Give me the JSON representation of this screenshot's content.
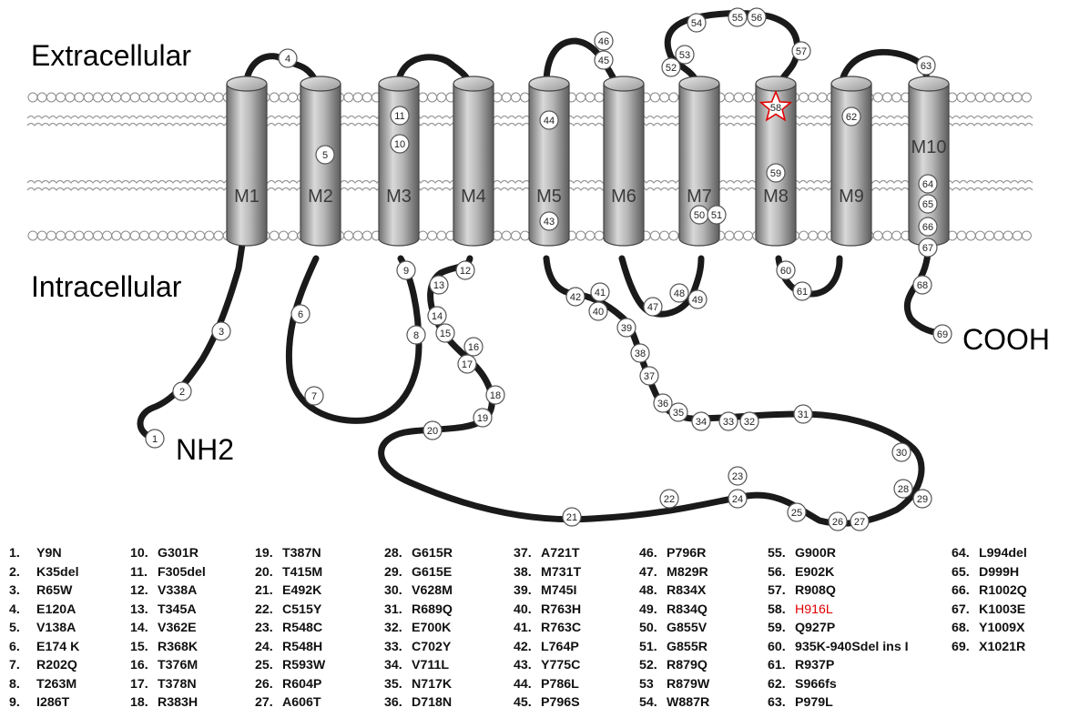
{
  "labels": {
    "extracellular": "Extracellular",
    "intracellular": "Intracellular",
    "n_terminus": "NH2",
    "c_terminus": "COOH"
  },
  "segments": [
    "M1",
    "M2",
    "M3",
    "M4",
    "M5",
    "M6",
    "M7",
    "M8",
    "M9",
    "M10"
  ],
  "highlight_color": "#e00000",
  "highlight_marker": "58",
  "mutations": [
    {
      "n": "1.",
      "m": "Y9N"
    },
    {
      "n": "2.",
      "m": "K35del"
    },
    {
      "n": "3.",
      "m": "R65W"
    },
    {
      "n": "4.",
      "m": "E120A"
    },
    {
      "n": "5.",
      "m": "V138A"
    },
    {
      "n": "6.",
      "m": "E174 K"
    },
    {
      "n": "7.",
      "m": "R202Q"
    },
    {
      "n": "8.",
      "m": "T263M"
    },
    {
      "n": "9.",
      "m": "I286T"
    },
    {
      "n": "10.",
      "m": "G301R"
    },
    {
      "n": "11.",
      "m": "F305del"
    },
    {
      "n": "12.",
      "m": "V338A"
    },
    {
      "n": "13.",
      "m": "T345A"
    },
    {
      "n": "14.",
      "m": "V362E"
    },
    {
      "n": "15.",
      "m": "R368K"
    },
    {
      "n": "16.",
      "m": "T376M"
    },
    {
      "n": "17.",
      "m": "T378N"
    },
    {
      "n": "18.",
      "m": "R383H"
    },
    {
      "n": "19.",
      "m": "T387N"
    },
    {
      "n": "20.",
      "m": "T415M"
    },
    {
      "n": "21.",
      "m": "E492K"
    },
    {
      "n": "22.",
      "m": "C515Y"
    },
    {
      "n": "23.",
      "m": "R548C"
    },
    {
      "n": "24.",
      "m": "R548H"
    },
    {
      "n": "25.",
      "m": "R593W"
    },
    {
      "n": "26.",
      "m": "R604P"
    },
    {
      "n": "27.",
      "m": "A606T"
    },
    {
      "n": "28.",
      "m": "G615R"
    },
    {
      "n": "29.",
      "m": "G615E"
    },
    {
      "n": "30.",
      "m": "V628M"
    },
    {
      "n": "31.",
      "m": "R689Q"
    },
    {
      "n": "32.",
      "m": "E700K"
    },
    {
      "n": "33.",
      "m": "C702Y"
    },
    {
      "n": "34.",
      "m": "V711L"
    },
    {
      "n": "35.",
      "m": "N717K"
    },
    {
      "n": "36.",
      "m": "D718N"
    },
    {
      "n": "37.",
      "m": "A721T"
    },
    {
      "n": "38.",
      "m": "M731T"
    },
    {
      "n": "39.",
      "m": "M745I"
    },
    {
      "n": "40.",
      "m": "R763H"
    },
    {
      "n": "41.",
      "m": "R763C"
    },
    {
      "n": "42.",
      "m": "L764P"
    },
    {
      "n": "43.",
      "m": "Y775C"
    },
    {
      "n": "44.",
      "m": "P786L"
    },
    {
      "n": "45.",
      "m": "P796S"
    },
    {
      "n": "46.",
      "m": "P796R"
    },
    {
      "n": "47.",
      "m": "M829R"
    },
    {
      "n": "48.",
      "m": "R834X"
    },
    {
      "n": "49.",
      "m": "R834Q"
    },
    {
      "n": "50.",
      "m": "G855V"
    },
    {
      "n": "51.",
      "m": "G855R"
    },
    {
      "n": "52.",
      "m": "R879Q"
    },
    {
      "n": "53",
      "m": "R879W"
    },
    {
      "n": "54.",
      "m": "W887R"
    },
    {
      "n": "55.",
      "m": "G900R"
    },
    {
      "n": "56.",
      "m": "E902K"
    },
    {
      "n": "57.",
      "m": "R908Q"
    },
    {
      "n": "58.",
      "m": "H916L"
    },
    {
      "n": "59.",
      "m": "Q927P"
    },
    {
      "n": "60.",
      "m": "935K-940Sdel ins I"
    },
    {
      "n": "61.",
      "m": "R937P"
    },
    {
      "n": "62.",
      "m": "S966fs"
    },
    {
      "n": "63.",
      "m": "P979L"
    },
    {
      "n": "64.",
      "m": "L994del"
    },
    {
      "n": "65.",
      "m": "D999H"
    },
    {
      "n": "66.",
      "m": "R1002Q"
    },
    {
      "n": "67.",
      "m": "K1003E"
    },
    {
      "n": "68.",
      "m": "Y1009X"
    },
    {
      "n": "69.",
      "m": "X1021R"
    }
  ]
}
